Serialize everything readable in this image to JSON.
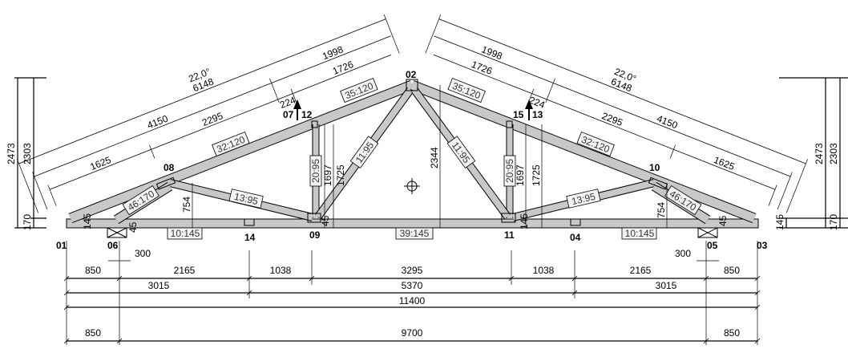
{
  "nodes": {
    "n01": "01",
    "n02": "02",
    "n03": "03",
    "n04": "04",
    "n05": "05",
    "n06": "06",
    "n07": "07",
    "n08": "08",
    "n09": "09",
    "n10": "10",
    "n11": "11",
    "n12": "12",
    "n13": "13",
    "n14": "14",
    "n15": "15"
  },
  "members": {
    "top_left_upper": "35:120",
    "top_left_lower": "32:120",
    "top_right_upper": "35:120",
    "top_right_lower": "32:120",
    "web_left": "13:95",
    "web_right": "13:95",
    "heel_left": "46:170",
    "heel_right": "46:170",
    "diag_left": "11:95",
    "diag_right": "11:95",
    "vert_left": "20:95",
    "vert_right": "20:95",
    "bottom_left": "10:145",
    "bottom_mid": "39:145",
    "bottom_right": "10:145"
  },
  "slope_left": {
    "angle": "22,0°",
    "total": "6148",
    "seg_a": "4150",
    "seg_b": "1998",
    "seg_c": "1625",
    "seg_d": "2295",
    "seg_e": "1726",
    "offset": "224"
  },
  "slope_right": {
    "angle": "22,0°",
    "total": "6148",
    "seg_a": "4150",
    "seg_b": "1998",
    "seg_c": "1625",
    "seg_d": "2295",
    "seg_e": "1726",
    "offset": "224"
  },
  "heights_left": {
    "overall": "2473",
    "top": "2303",
    "heel": "170"
  },
  "heights_right": {
    "overall": "2473",
    "top": "2303",
    "heel": "170",
    "chord": "145"
  },
  "small": {
    "heel_l_145": "145",
    "heel_l_45": "45",
    "n09_45": "45",
    "n11_145": "145",
    "heel_r_45": "45"
  },
  "verticals": {
    "l754": "754",
    "l1725": "1725",
    "l1697": "1697",
    "apex": "2344",
    "r1697": "1697",
    "r1725": "1725",
    "r754": "754"
  },
  "bottom_dims": {
    "row1": [
      "850",
      "2165",
      "1038",
      "3295",
      "1038",
      "2165",
      "850"
    ],
    "overhang_left": "300",
    "overhang_right": "300",
    "row2": [
      "3015",
      "5370",
      "3015"
    ],
    "row3": "11400",
    "row4": [
      "850",
      "9700",
      "850"
    ]
  }
}
